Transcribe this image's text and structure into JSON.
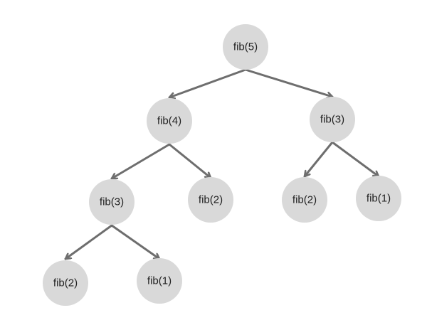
{
  "diagram": {
    "colors": {
      "node_fill": "#d9d9d9",
      "edge": "#6e6e6e",
      "text": "#222222",
      "background": "#ffffff"
    },
    "nodes": [
      {
        "id": "n1",
        "label": "fib(5)"
      },
      {
        "id": "n2",
        "label": "fib(4)"
      },
      {
        "id": "n3",
        "label": "fib(3)"
      },
      {
        "id": "n4",
        "label": "fib(3)"
      },
      {
        "id": "n5",
        "label": "fib(2)"
      },
      {
        "id": "n6",
        "label": "fib(2)"
      },
      {
        "id": "n7",
        "label": "fib(1)"
      },
      {
        "id": "n8",
        "label": "fib(2)"
      },
      {
        "id": "n9",
        "label": "fib(1)"
      }
    ],
    "edges": [
      {
        "from": "n1",
        "to": "n2"
      },
      {
        "from": "n1",
        "to": "n3"
      },
      {
        "from": "n2",
        "to": "n4"
      },
      {
        "from": "n2",
        "to": "n5"
      },
      {
        "from": "n3",
        "to": "n6"
      },
      {
        "from": "n3",
        "to": "n7"
      },
      {
        "from": "n4",
        "to": "n8"
      },
      {
        "from": "n4",
        "to": "n9"
      }
    ]
  }
}
